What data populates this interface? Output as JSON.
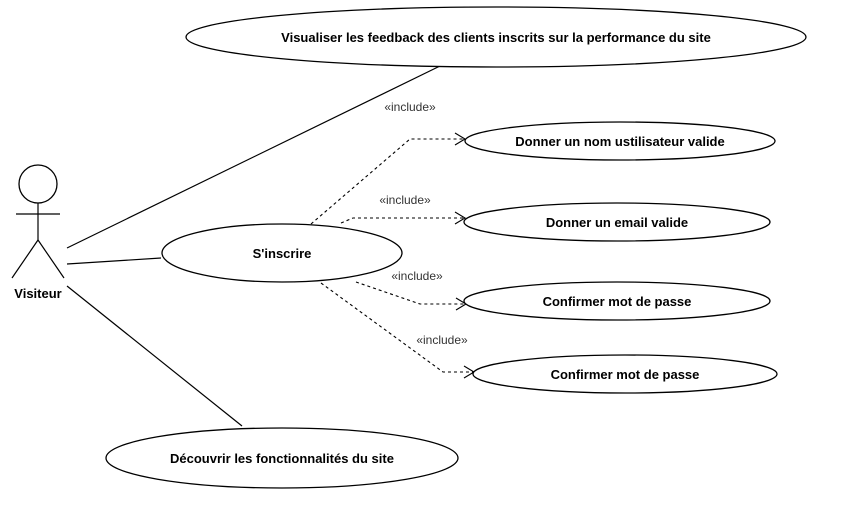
{
  "actor": {
    "name": "Visiteur"
  },
  "use_cases": {
    "visualiser": "Visualiser les feedback des clients inscrits sur la performance du site",
    "inscrire": "S'inscrire",
    "nom_utilisateur": "Donner un nom ustilisateur valide",
    "email": "Donner un email valide",
    "mot_de_passe_1": "Confirmer  mot de passe",
    "mot_de_passe_2": "Confirmer  mot de passe",
    "decouvrir": "Découvrir les fonctionnalités du site"
  },
  "relations": {
    "include_1": "«include»",
    "include_2": "«include»",
    "include_3": "«include»",
    "include_4": "«include»"
  }
}
